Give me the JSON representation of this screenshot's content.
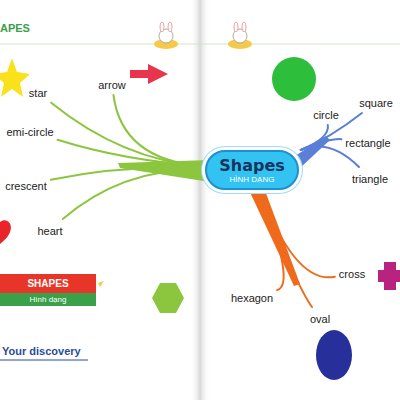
{
  "diagram": {
    "nodes": [
      {
        "text": [
          "Shapes",
          "HÌNH DẠNG"
        ]
      },
      {
        "text": [
          "star"
        ]
      },
      {
        "text": [
          "arrow"
        ]
      },
      {
        "text": [
          "emi-circle"
        ]
      },
      {
        "text": [
          "crescent"
        ]
      },
      {
        "text": [
          "heart"
        ]
      },
      {
        "text": [
          "circle"
        ]
      },
      {
        "text": [
          "square"
        ]
      },
      {
        "text": [
          "rectangle"
        ]
      },
      {
        "text": [
          "triangle"
        ]
      },
      {
        "text": [
          "hexagon"
        ]
      },
      {
        "text": [
          "cross"
        ]
      },
      {
        "text": [
          "oval"
        ]
      },
      {
        "text": [
          "SHAPES",
          "Hình dạng"
        ]
      }
    ],
    "edges": [
      {
        "from": 0,
        "to": 1,
        "arrow": "none"
      },
      {
        "from": 0,
        "to": 2,
        "arrow": "none"
      },
      {
        "from": 0,
        "to": 3,
        "arrow": "none"
      },
      {
        "from": 0,
        "to": 4,
        "arrow": "none"
      },
      {
        "from": 0,
        "to": 5,
        "arrow": "none"
      },
      {
        "from": 0,
        "to": 6,
        "arrow": "none"
      },
      {
        "from": 0,
        "to": 7,
        "arrow": "none"
      },
      {
        "from": 0,
        "to": 8,
        "arrow": "none"
      },
      {
        "from": 0,
        "to": 9,
        "arrow": "none"
      },
      {
        "from": 0,
        "to": 10,
        "arrow": "none"
      },
      {
        "from": 0,
        "to": 11,
        "arrow": "none"
      },
      {
        "from": 0,
        "to": 12,
        "arrow": "none"
      }
    ],
    "labels": [
      "APES",
      "Your discovery"
    ]
  }
}
